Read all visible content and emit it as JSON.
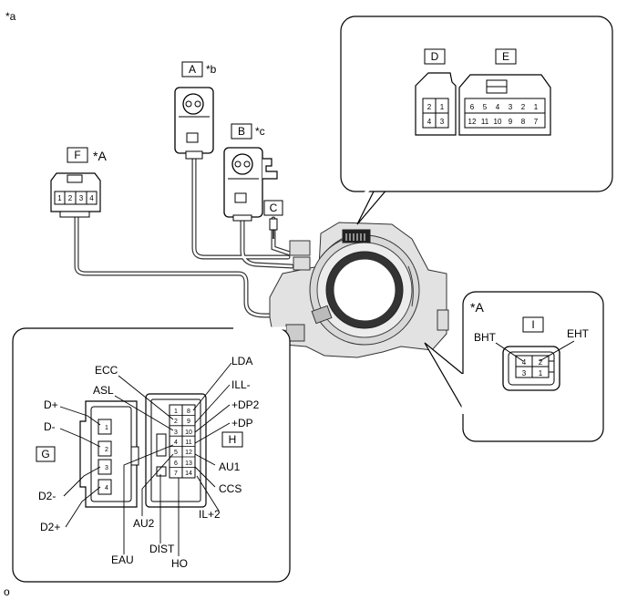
{
  "figure_note": "*a",
  "bottom_mark": "o",
  "connectors": {
    "A": {
      "letter": "A",
      "note": "*b"
    },
    "B": {
      "letter": "B",
      "note": "*c"
    },
    "C": {
      "letter": "C"
    },
    "D": {
      "letter": "D",
      "pins_top": [
        "2",
        "1"
      ],
      "pins_bottom": [
        "4",
        "3"
      ]
    },
    "E": {
      "letter": "E",
      "pins_top": [
        "6",
        "5",
        "4",
        "3",
        "2",
        "1"
      ],
      "pins_bottom": [
        "12",
        "11",
        "10",
        "9",
        "8",
        "7"
      ]
    },
    "F": {
      "letter": "F",
      "note": "*A",
      "pins": [
        "1",
        "2",
        "3",
        "4"
      ]
    },
    "G": {
      "letter": "G",
      "pins": [
        "1",
        "2",
        "3",
        "4"
      ]
    },
    "H": {
      "letter": "H",
      "pins_left": [
        "1",
        "2",
        "3",
        "4",
        "5",
        "6",
        "7"
      ],
      "pins_right": [
        "8",
        "9",
        "10",
        "11",
        "12",
        "13",
        "14"
      ]
    },
    "I": {
      "letter": "I",
      "pins_top": [
        "4",
        "2"
      ],
      "pins_bottom": [
        "3",
        "1"
      ]
    }
  },
  "detail_A": {
    "title": "*A",
    "bht": "BHT",
    "eht": "EHT"
  },
  "terminals": {
    "ecc": "ECC",
    "asl": "ASL",
    "d_plus": "D+",
    "d_minus": "D-",
    "d2_minus": "D2-",
    "d2_plus": "D2+",
    "eau": "EAU",
    "au2": "AU2",
    "dist": "DIST",
    "ho": "HO",
    "il2": "IL+2",
    "ccs": "CCS",
    "au1": "AU1",
    "dp": "+DP",
    "dp2": "+DP2",
    "ill": "ILL-",
    "lda": "LDA"
  }
}
